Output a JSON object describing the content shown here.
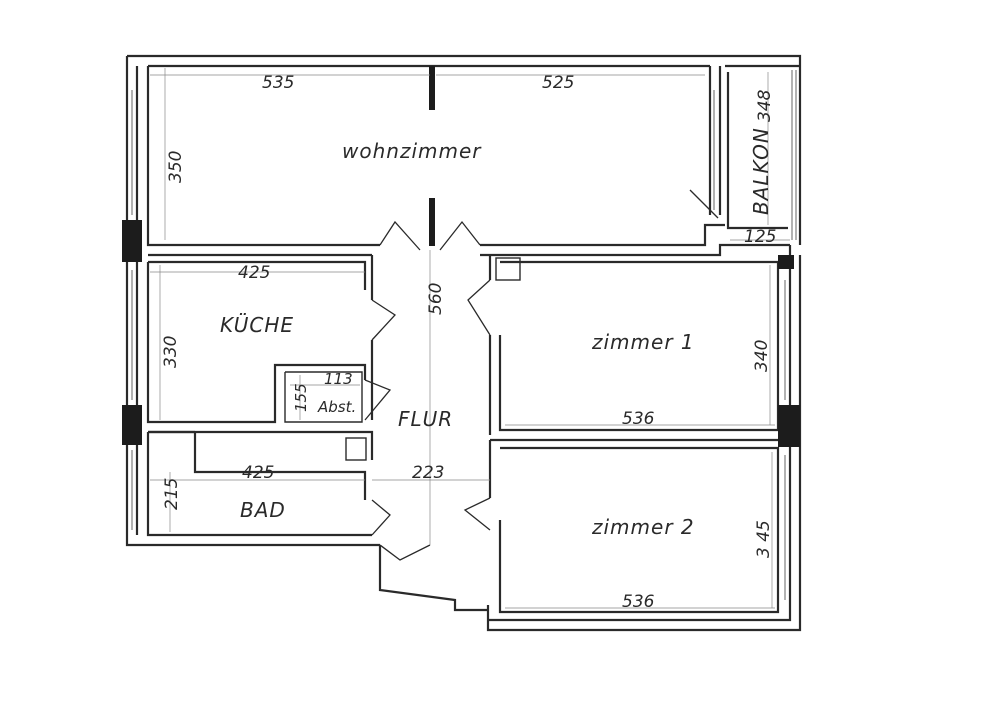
{
  "rooms": {
    "wohnzimmer": "wohnzimmer",
    "balkon": "BALKON",
    "kueche": "KÜCHE",
    "abst": "Abst.",
    "flur": "FLUR",
    "bad": "BAD",
    "zimmer1": "zimmer 1",
    "zimmer2": "zimmer 2"
  },
  "dimensions": {
    "wohn_left_width": "535",
    "wohn_right_width": "525",
    "wohn_height": "350",
    "balkon_length": "348",
    "balkon_width": "125",
    "kueche_width": "425",
    "kueche_height": "330",
    "abst_width": "113",
    "abst_height": "155",
    "flur_length": "560",
    "flur_width": "223",
    "bad_width": "425",
    "bad_height": "215",
    "zimmer1_width": "536",
    "zimmer1_height": "340",
    "zimmer2_width": "536",
    "zimmer2_height": "3 45"
  }
}
